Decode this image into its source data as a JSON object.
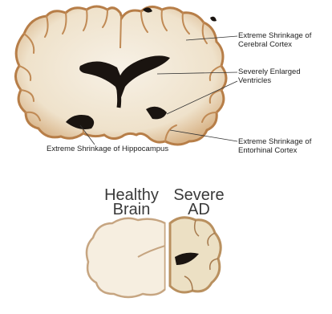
{
  "labels": {
    "cortex": [
      "Extreme Shrinkage of",
      "Cerebral Cortex"
    ],
    "ventricles": [
      "Severely Enlarged",
      "Ventricles"
    ],
    "entorhinal": [
      "Extreme Shrinkage of",
      "Entorhinal Cortex"
    ],
    "hippocampus": "Extreme Shrinkage of Hippocampus"
  },
  "comparison": {
    "healthy": [
      "Healthy",
      "Brain"
    ],
    "severe": [
      "Severe",
      "AD"
    ]
  },
  "colors": {
    "tissue": "#f3ead9",
    "cortex_edge": "#c08a55",
    "dark": "#1a1410",
    "background": "#ffffff"
  }
}
